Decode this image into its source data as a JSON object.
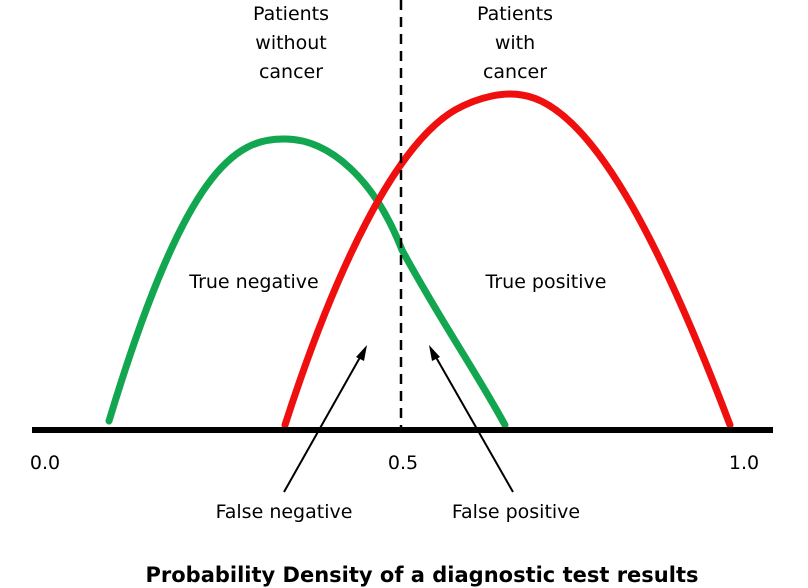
{
  "title": "Probability Density of a diagnostic test results",
  "groups": {
    "without_cancer": [
      "Patients",
      "without",
      "cancer"
    ],
    "with_cancer": [
      "Patients",
      "with",
      "cancer"
    ]
  },
  "region_labels": {
    "true_negative": "True negative",
    "true_positive": "True positive",
    "false_negative": "False negative",
    "false_positive": "False positive"
  },
  "axis": {
    "ticks": [
      {
        "value": 0.0,
        "label": "0.0"
      },
      {
        "value": 0.5,
        "label": "0.5"
      },
      {
        "value": 1.0,
        "label": "1.0"
      }
    ]
  },
  "threshold": 0.5,
  "colors": {
    "without_cancer_curve": "#12a650",
    "with_cancer_curve": "#f00f0f",
    "axis": "#000000"
  }
}
